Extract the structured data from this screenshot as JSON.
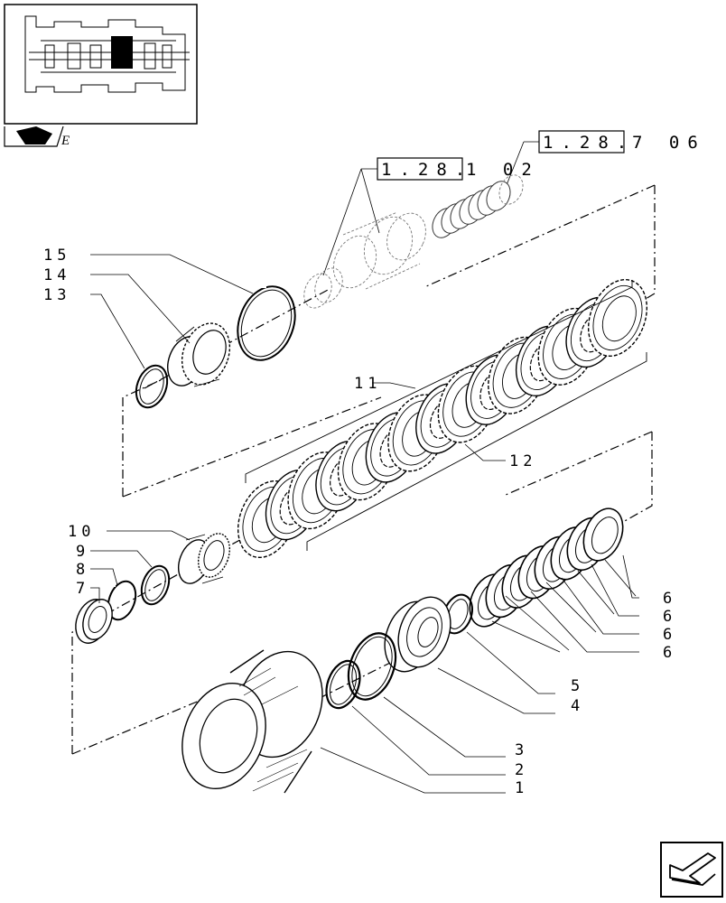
{
  "header": {
    "thumbnail_label": "E"
  },
  "refs": {
    "ref_a_box": "1.28.",
    "ref_a_tail": "1 02",
    "ref_b_box": "1.28.",
    "ref_b_tail": "7 06"
  },
  "callouts": {
    "c1": "1",
    "c2": "2",
    "c3": "3",
    "c4": "4",
    "c5": "5",
    "c6a": "6",
    "c6b": "6",
    "c6c": "6",
    "c6d": "6",
    "c7": "7",
    "c8": "8",
    "c9": "9",
    "c10": "10",
    "c11": "11",
    "c12": "12",
    "c13": "13",
    "c14": "14",
    "c15": "15"
  },
  "icons": {
    "thumbnail": "transmission-overview-thumbnail",
    "book": "book-icon",
    "nav_arrow": "next-page-arrow-icon"
  }
}
